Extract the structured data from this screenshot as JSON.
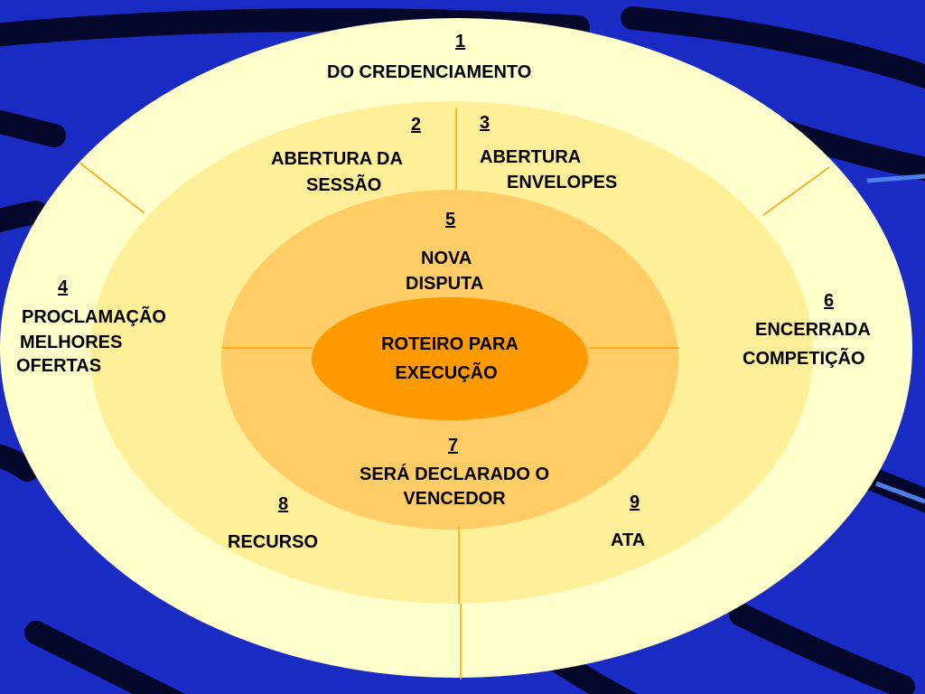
{
  "diagram": {
    "center_title": [
      "ROTEIRO PARA",
      "EXECUÇÃO"
    ],
    "steps": [
      {
        "number": "1",
        "lines": [
          "DO CREDENCIAMENTO"
        ]
      },
      {
        "number": "2",
        "lines": [
          "ABERTURA DA",
          "SESSÃO"
        ]
      },
      {
        "number": "3",
        "lines": [
          "ABERTURA",
          "ENVELOPES"
        ]
      },
      {
        "number": "4",
        "lines": [
          "PROCLAMAÇÃO",
          "MELHORES",
          "OFERTAS"
        ]
      },
      {
        "number": "5",
        "lines": [
          "NOVA",
          "DISPUTA"
        ]
      },
      {
        "number": "6",
        "lines": [
          "ENCERRADA",
          "COMPETIÇÃO"
        ]
      },
      {
        "number": "7",
        "lines": [
          "SERÁ DECLARADO O",
          "VENCEDOR"
        ]
      },
      {
        "number": "8",
        "lines": [
          "RECURSO"
        ]
      },
      {
        "number": "9",
        "lines": [
          "ATA"
        ]
      }
    ]
  },
  "colors": {
    "background": "#1a2bc4",
    "outer_ring": "#ffffcc",
    "middle_ring": "#ffef99",
    "inner_ring": "#ffcc66",
    "core": "#ff9900",
    "divider": "#ffa000"
  }
}
